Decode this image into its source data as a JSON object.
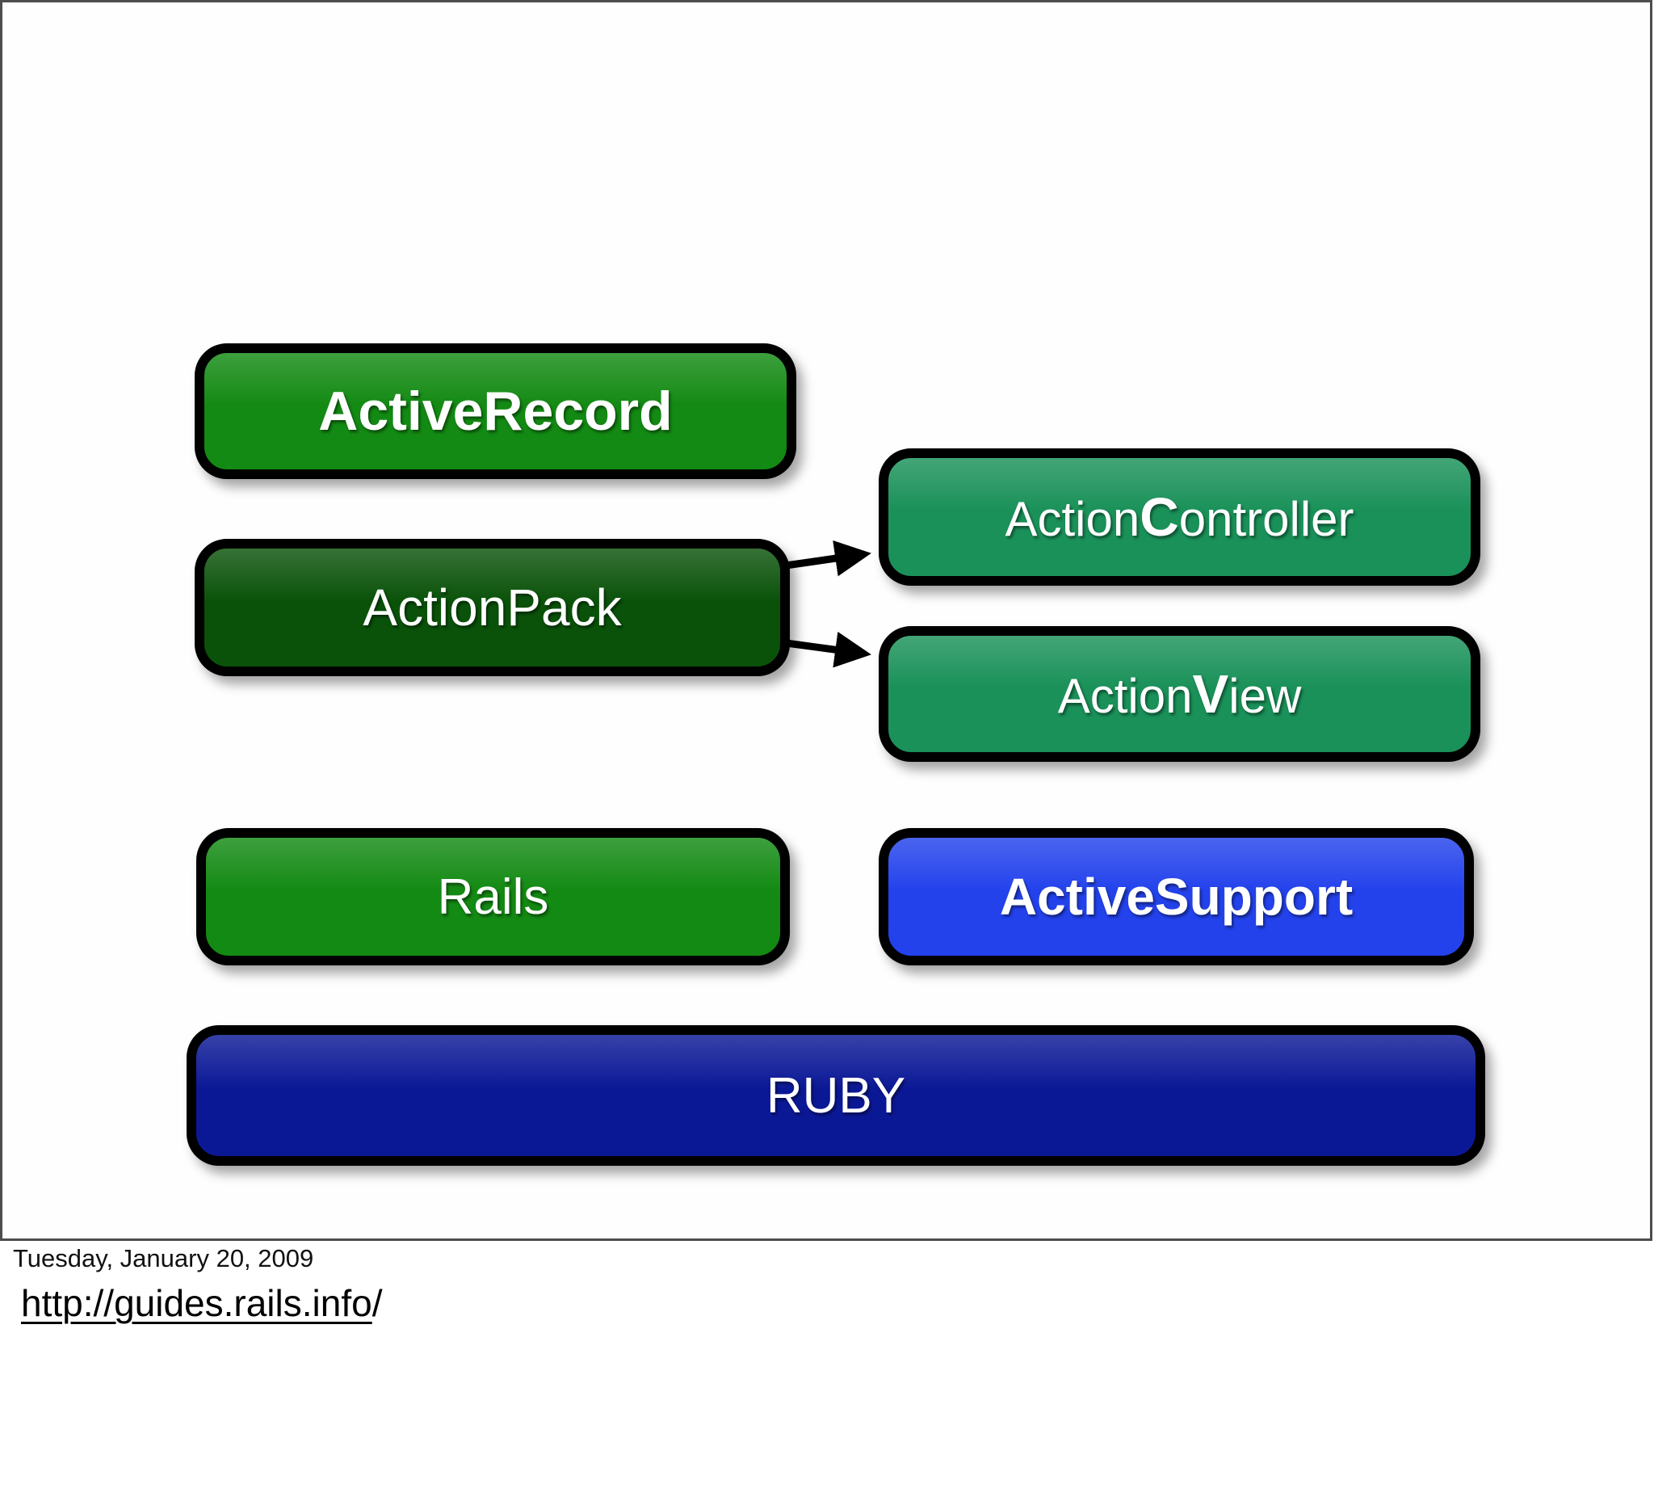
{
  "slide": {
    "boxes": {
      "active_record": {
        "label": "ActiveRecord",
        "bg": "#138a13"
      },
      "action_pack": {
        "label": "ActionPack",
        "bg": "#0a520a"
      },
      "action_controller": {
        "prefix": "Action",
        "bold_letter": "C",
        "suffix": "ontroller",
        "bg": "#1a9159"
      },
      "action_view": {
        "prefix": "Action",
        "bold_letter": "V",
        "suffix": "iew",
        "bg": "#1a9159"
      },
      "rails": {
        "label": "Rails",
        "bg": "#138a13"
      },
      "active_support": {
        "label": "ActiveSupport",
        "bg": "#2342ec"
      },
      "ruby": {
        "label": "RUBY",
        "bg": "#0b1896"
      }
    },
    "arrows": [
      {
        "from": "ActionPack",
        "to": "ActionController"
      },
      {
        "from": "ActionPack",
        "to": "ActionView"
      }
    ],
    "colors": {
      "box_border": "#000000",
      "arrow": "#000000",
      "text": "#ffffff",
      "frame_border": "#4d4d4d"
    }
  },
  "footer": {
    "date": "Tuesday, January 20, 2009",
    "link_text": "http://guides.rails.info",
    "link_trailing_slash": "/"
  }
}
